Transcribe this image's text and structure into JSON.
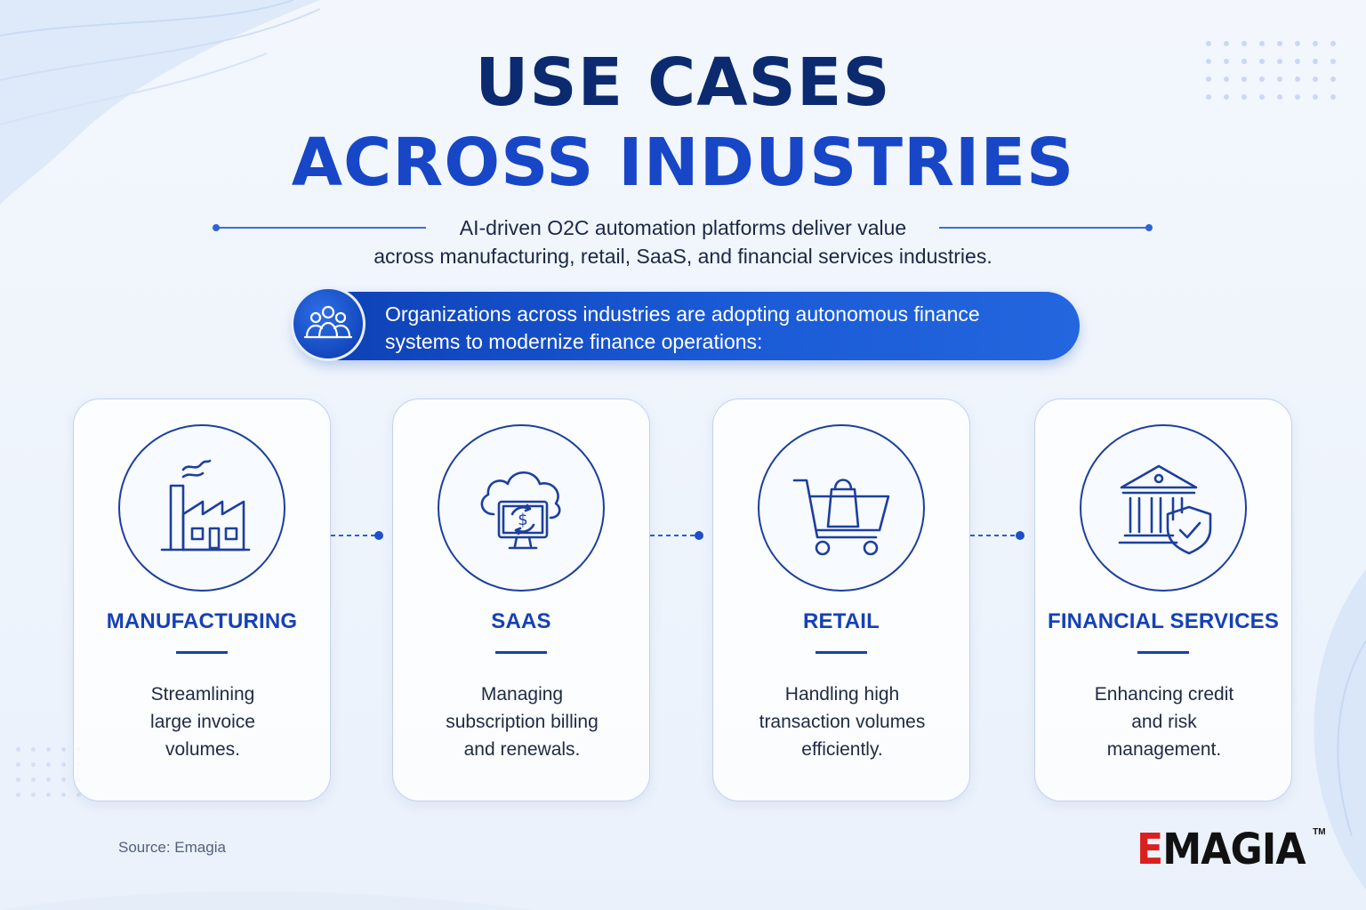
{
  "header": {
    "title_line1": "USE CASES",
    "title_line2": "ACROSS INDUSTRIES",
    "subtitle_line1": "AI-driven O2C automation platforms deliver value",
    "subtitle_line2": "across manufacturing, retail, SaaS, and financial services industries."
  },
  "banner": {
    "icon": "people-group-icon",
    "text_line1": "Organizations across industries are adopting autonomous finance",
    "text_line2": "systems to modernize finance operations:"
  },
  "cards": [
    {
      "icon": "factory-icon",
      "title": "MANUFACTURING",
      "desc": [
        "Streamlining",
        "large invoice",
        "volumes."
      ]
    },
    {
      "icon": "cloud-billing-icon",
      "title": "SAAS",
      "desc": [
        "Managing",
        "subscription billing",
        "and renewals."
      ]
    },
    {
      "icon": "shopping-cart-icon",
      "title": "RETAIL",
      "desc": [
        "Handling high",
        "transaction volumes",
        "efficiently."
      ]
    },
    {
      "icon": "bank-shield-icon",
      "title": "FINANCIAL SERVICES",
      "desc": [
        "Enhancing credit",
        "and risk",
        "management."
      ]
    }
  ],
  "footer": {
    "source": "Source: Emagia",
    "logo_e": "E",
    "logo_rest": "MAGIA",
    "logo_tm": "TM"
  },
  "colors": {
    "navy": "#0b2a6f",
    "accent_blue": "#1746c7",
    "card_title": "#1641b5",
    "logo_red": "#d9201f"
  }
}
